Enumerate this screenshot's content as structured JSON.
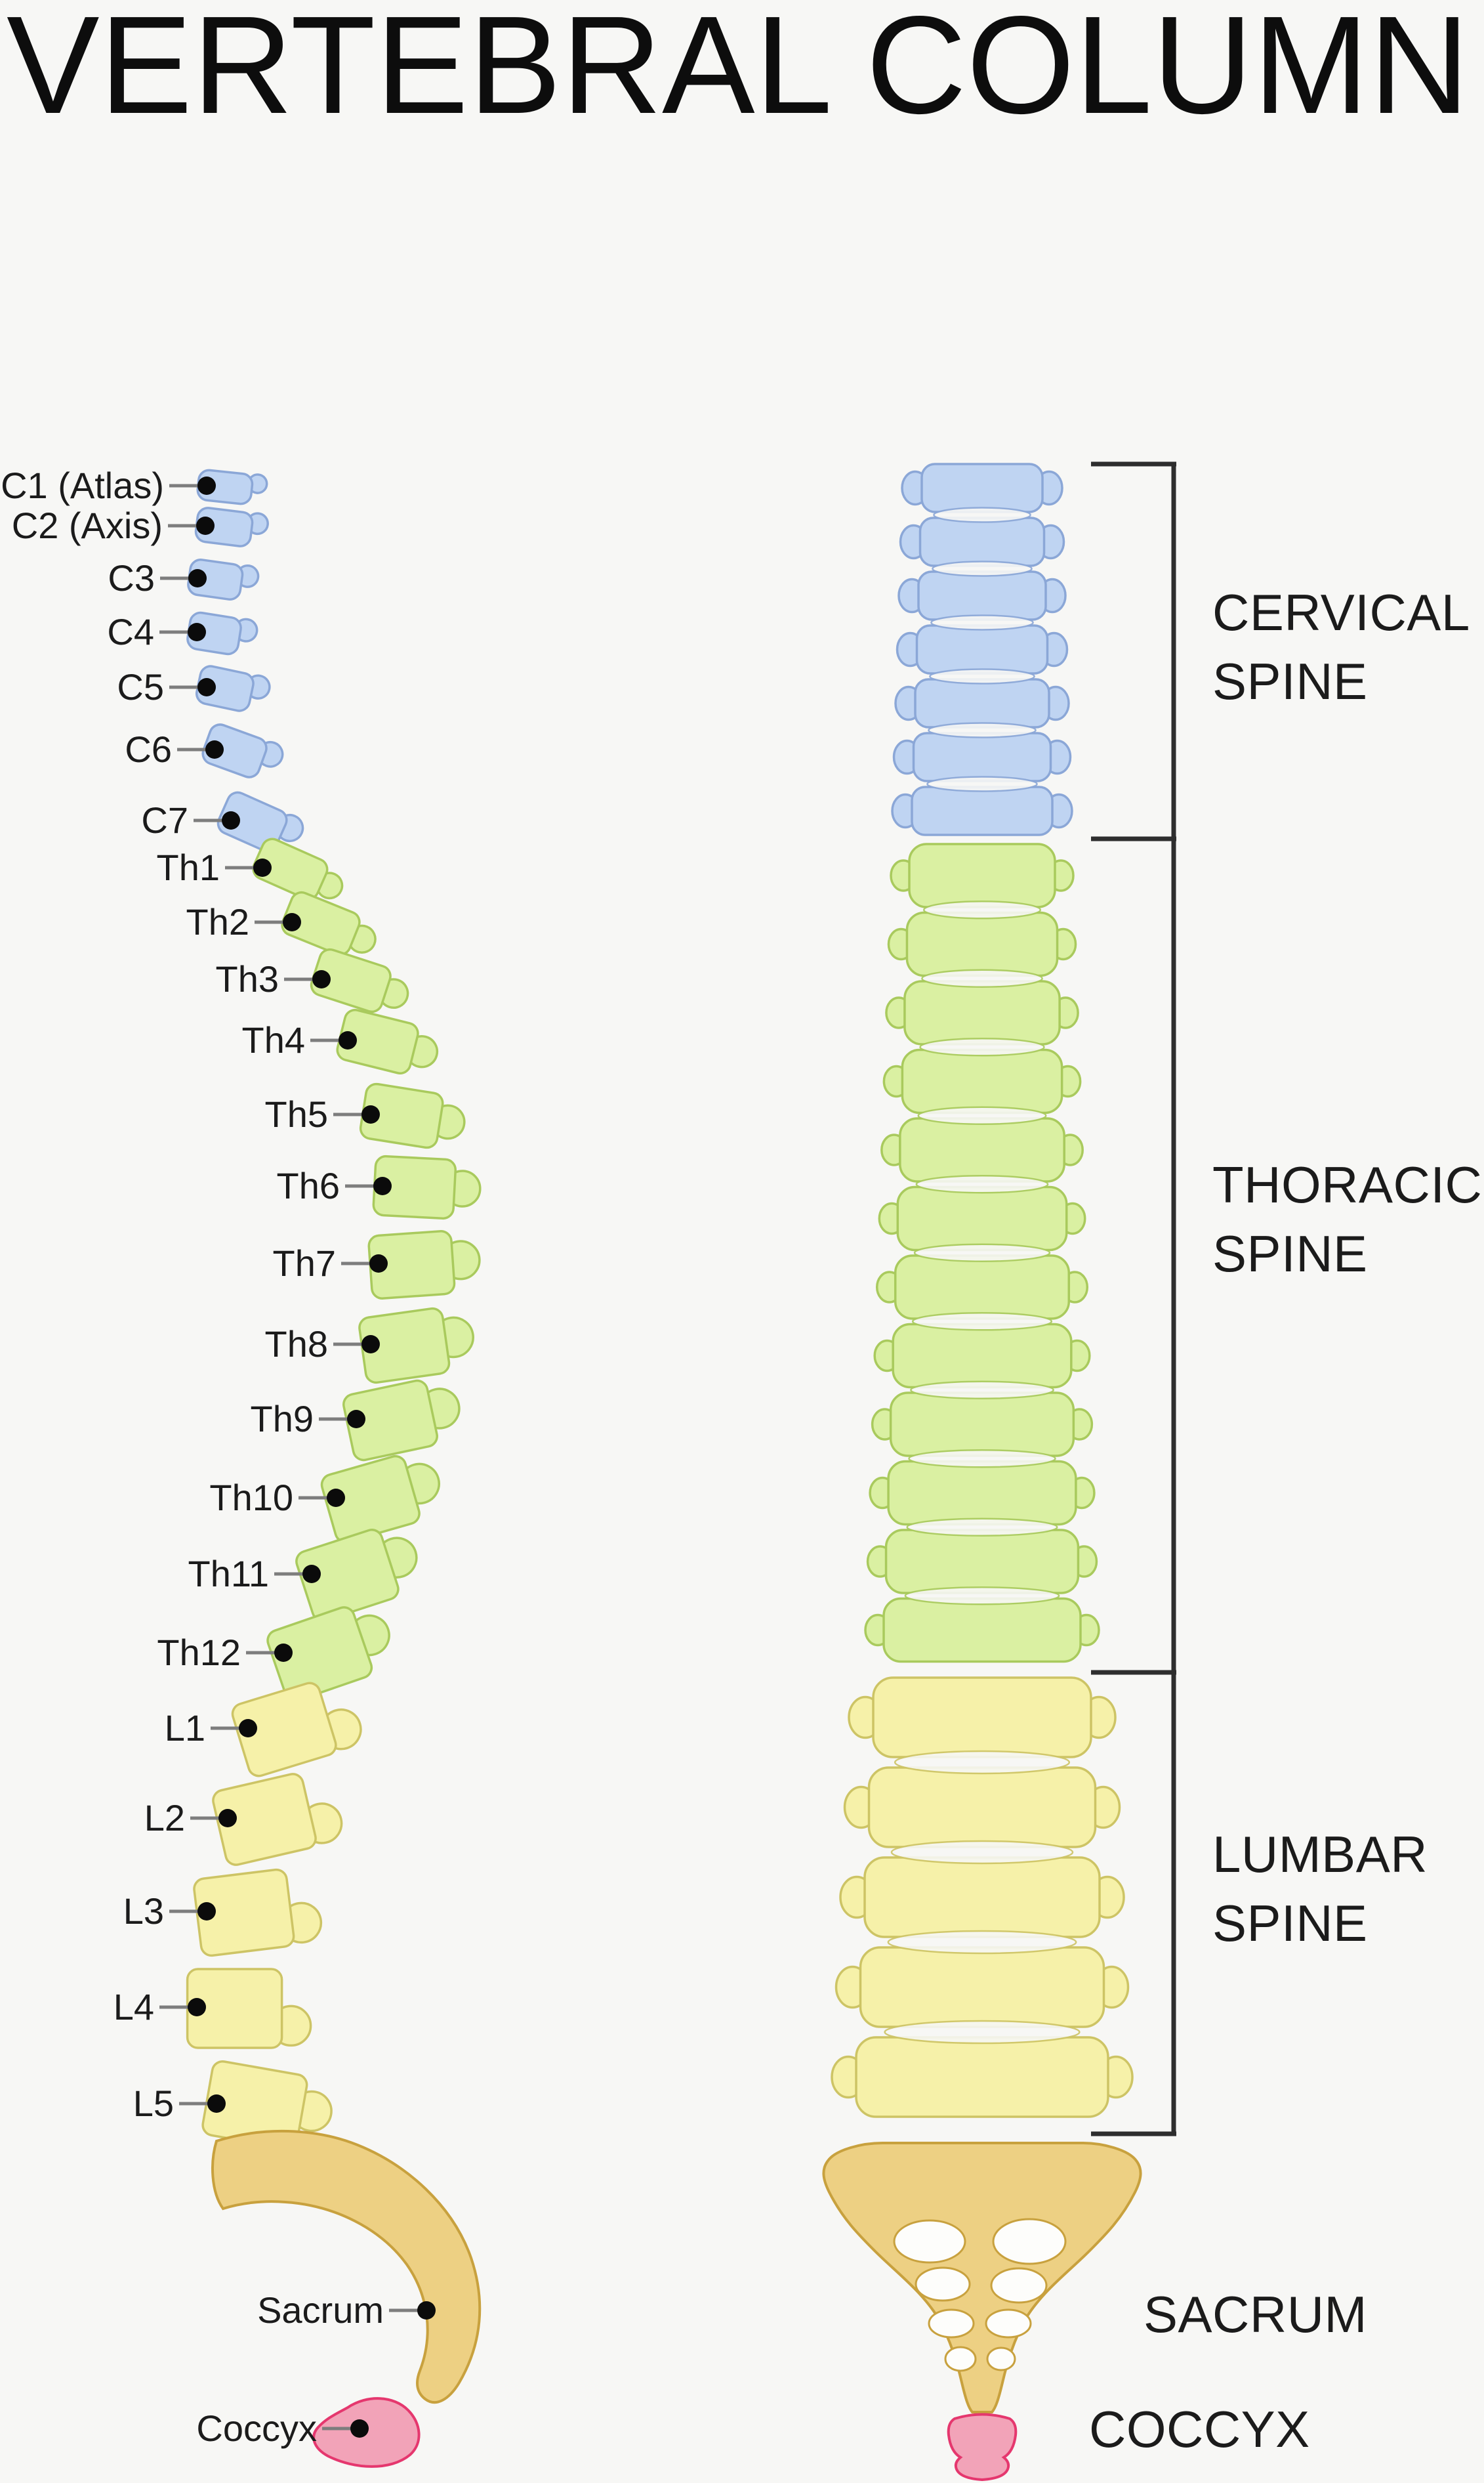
{
  "title": "VERTEBRAL COLUMN",
  "lateral_view": {
    "labels": [
      {
        "id": "c1",
        "text": "C1 (Atlas)"
      },
      {
        "id": "c2",
        "text": "C2 (Axis)"
      },
      {
        "id": "c3",
        "text": "C3"
      },
      {
        "id": "c4",
        "text": "C4"
      },
      {
        "id": "c5",
        "text": "C5"
      },
      {
        "id": "c6",
        "text": "C6"
      },
      {
        "id": "c7",
        "text": "C7"
      },
      {
        "id": "th1",
        "text": "Th1"
      },
      {
        "id": "th2",
        "text": "Th2"
      },
      {
        "id": "th3",
        "text": "Th3"
      },
      {
        "id": "th4",
        "text": "Th4"
      },
      {
        "id": "th5",
        "text": "Th5"
      },
      {
        "id": "th6",
        "text": "Th6"
      },
      {
        "id": "th7",
        "text": "Th7"
      },
      {
        "id": "th8",
        "text": "Th8"
      },
      {
        "id": "th9",
        "text": "Th9"
      },
      {
        "id": "th10",
        "text": "Th10"
      },
      {
        "id": "th11",
        "text": "Th11"
      },
      {
        "id": "th12",
        "text": "Th12"
      },
      {
        "id": "l1",
        "text": "L1"
      },
      {
        "id": "l2",
        "text": "L2"
      },
      {
        "id": "l3",
        "text": "L3"
      },
      {
        "id": "l4",
        "text": "L4"
      },
      {
        "id": "l5",
        "text": "L5"
      },
      {
        "id": "sacrum",
        "text": "Sacrum"
      },
      {
        "id": "coccyx",
        "text": "Coccyx"
      }
    ]
  },
  "posterior_view": {
    "sections": [
      {
        "id": "cervical",
        "lines": [
          "CERVICAL",
          "SPINE"
        ],
        "vertebra_count": 7
      },
      {
        "id": "thoracic",
        "lines": [
          "THORACIC",
          "SPINE"
        ],
        "vertebra_count": 12
      },
      {
        "id": "lumbar",
        "lines": [
          "LUMBAR",
          "SPINE"
        ],
        "vertebra_count": 5
      },
      {
        "id": "sacrum",
        "lines": [
          "SACRUM"
        ]
      },
      {
        "id": "coccyx",
        "lines": [
          "COCCYX"
        ]
      }
    ]
  },
  "colors": {
    "cervical_fill": "#bfd4f2",
    "cervical_stroke": "#8ba7d7",
    "thoracic_fill": "#daf0a2",
    "thoracic_stroke": "#a9ca5d",
    "lumbar_fill": "#f6f1a9",
    "lumbar_stroke": "#cdc465",
    "sacrum_fill": "#edd083",
    "sacrum_stroke": "#c8a13e",
    "coccyx_fill": "#f2a3b8",
    "coccyx_stroke": "#e5376e",
    "background": "#f7f7f5",
    "text": "#1b1b1b",
    "leader_line": "#7d7d7d",
    "pointer_dot": "#0b0b0b",
    "bracket": "#2e2e2e"
  }
}
